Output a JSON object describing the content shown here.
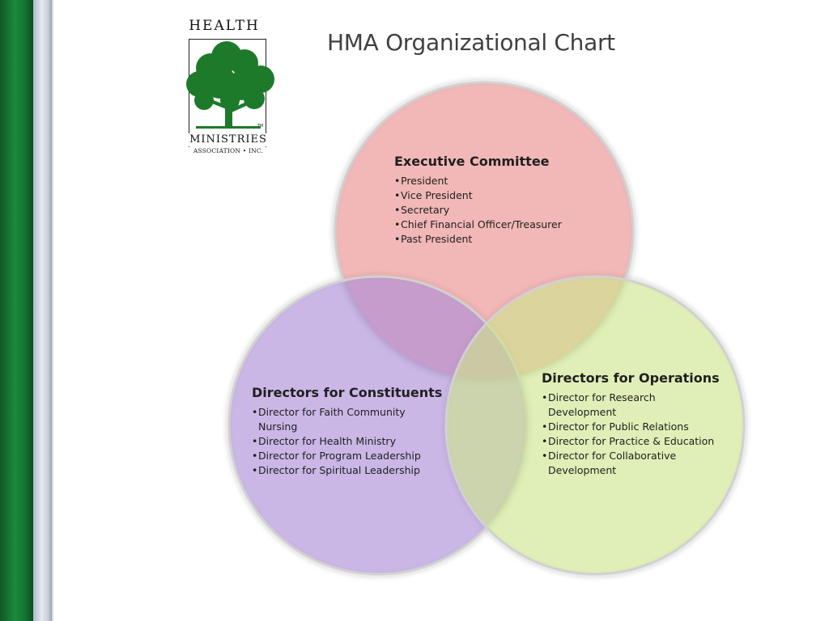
{
  "title": "HMA Organizational Chart",
  "logo": {
    "top_text": "HEALTH",
    "bottom_text": "MINISTRIES",
    "sub_text": "ASSOCIATION • INC.",
    "tm": "TM",
    "tree_color": "#1d7a2a"
  },
  "bullet": "•",
  "colors": {
    "executive": "#e88c8a",
    "constituents": "#a98bd6",
    "operations": "#cde58b",
    "sidebar_green": "#1a8a3c"
  },
  "groups": {
    "executive": {
      "title": "Executive Committee",
      "items": [
        "President",
        "Vice President",
        "Secretary",
        "Chief Financial Officer/Treasurer",
        "Past President"
      ]
    },
    "constituents": {
      "title": "Directors for Constituents",
      "items": [
        "Director for Faith Community Nursing",
        "Director for Health Ministry",
        "Director for Program Leadership",
        "Director for Spiritual Leadership"
      ]
    },
    "operations": {
      "title": "Directors for Operations",
      "items": [
        "Director for Research Development",
        "Director for Public Relations",
        "Director for Practice & Education",
        "Director for Collaborative Development"
      ]
    }
  }
}
